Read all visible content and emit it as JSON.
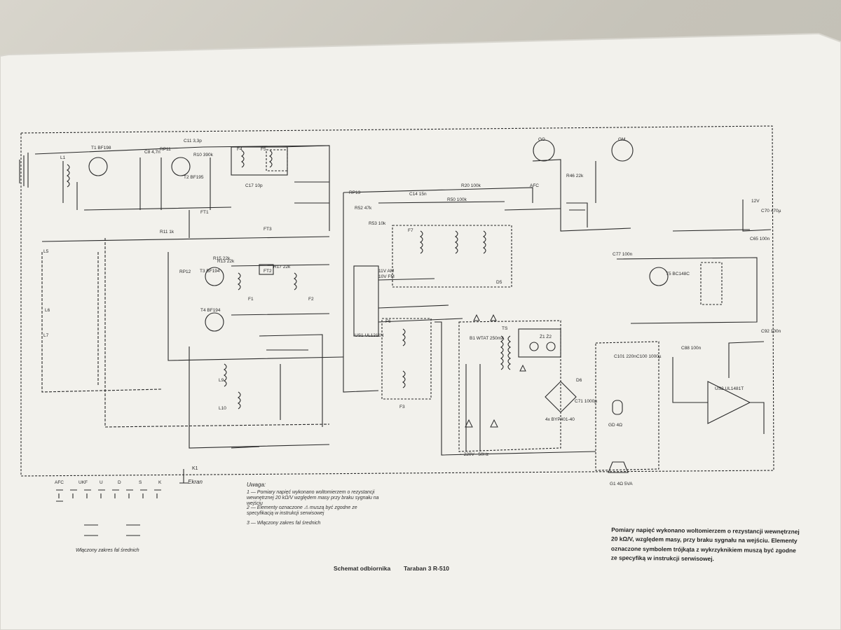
{
  "document": {
    "title": "Schemat odbiornika",
    "model": "Taraban 3 R-510",
    "footer_note": "Pomiary napięć wykonano woltomierzem o rezystancji wewnętrznej 20 kΩ/V, względem masy, przy braku sygnału na wejściu. Elementy oznaczone symbolem trójkąta z wykrzyknikiem muszą być zgodne ze specyfiką w instrukcji serwisowej.",
    "notes_heading": "Uwaga:",
    "notes": [
      "1 — Pomiary napięć wykonano woltomierzem o rezystancji wewnętrznej 20 kΩ/V względem masy przy braku sygnału na wejściu",
      "2 — Elementy oznaczone ⚠ muszą być zgodne ze specyfikacją w instrukcji serwisowej",
      "3 — Włączony zakres fal średnich"
    ],
    "switch_caption": "Włączony zakres fal średnich",
    "switch_labels": [
      "AFC",
      "UKF",
      "U",
      "D",
      "S",
      "K"
    ],
    "ground_label": "Ekran",
    "ground_ref": "K1"
  },
  "components": {
    "transistors": [
      "T1 BF198",
      "T2 BF195",
      "T3 BF194",
      "T4 BF194",
      "T5 BC148C"
    ],
    "ics": [
      "US1 UL1211N",
      "US2 UL1481T"
    ],
    "coils": [
      "L1",
      "L5",
      "L6",
      "L7",
      "L9",
      "L10",
      "F1",
      "F2",
      "F3",
      "F4",
      "F5",
      "F6",
      "F7"
    ],
    "connectors": [
      "GG",
      "GM"
    ],
    "speaker": "G1 4Ω 5VA",
    "speaker_alt": "GD 4Ω",
    "transformer": "TS",
    "fuse": "B1 WTAT 250mA",
    "bridge": "4x BYP401-40",
    "mains": "~ 220V~ 50Hz",
    "supply": "12V",
    "lamps": "Ż1 Ż2",
    "labels": [
      "R46 22k",
      "R15 22k",
      "C101 220n",
      "C100 1000µ",
      "C92 100n",
      "C88 100n",
      "C65 100n",
      "C70 470µ",
      "C77 100n",
      "C71 1000µ",
      "C8 4,7n",
      "C11 3,3p",
      "C17 10p",
      "C14 15n",
      "R10 390k",
      "R20 100k",
      "R50 100k",
      "R52 47k",
      "R53 10k",
      "R11 1k",
      "R13 22k",
      "R17 22k",
      "RP11",
      "RP12",
      "RP13",
      "D5",
      "D6",
      "FT1",
      "FT2",
      "FT3",
      "AFC",
      "11V AM",
      "10V FM"
    ]
  }
}
